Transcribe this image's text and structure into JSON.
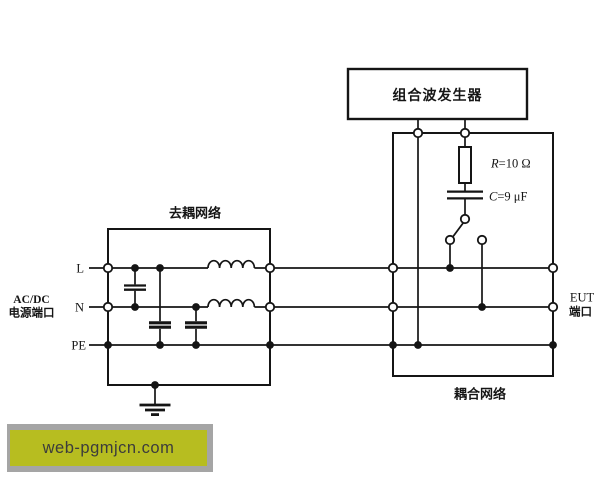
{
  "colors": {
    "ink": "#151515",
    "bg": "#ffffff",
    "wm_frame": "#a5a5a5",
    "wm_bg": "#b7bd20",
    "wm_text": "#3c3c3c"
  },
  "generator": {
    "label": "组合波发生器"
  },
  "decoupling": {
    "label": "去耦网络"
  },
  "coupling": {
    "label": "耦合网络"
  },
  "ports": {
    "source_line1": "AC/DC",
    "source_line2": "电源端口",
    "eut_line1": "EUT",
    "eut_line2": "端口"
  },
  "conductors": {
    "live": "L",
    "neutral": "N",
    "earth": "PE"
  },
  "components": {
    "resistor_var": "R",
    "resistor_val": "=10 Ω",
    "capacitor_var": "C",
    "capacitor_val": "=9 μF"
  },
  "watermark": {
    "text": "web-pgmjcn.com"
  }
}
